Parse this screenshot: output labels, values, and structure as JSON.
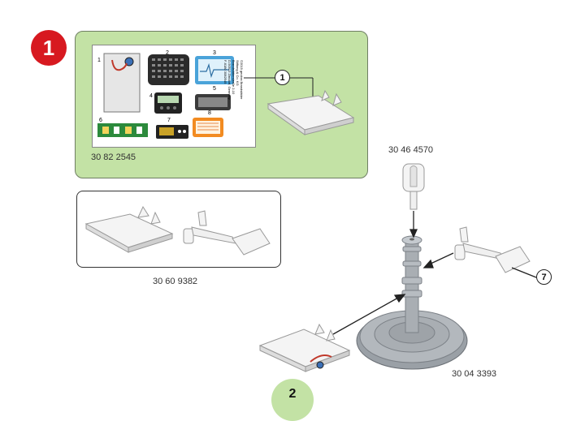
{
  "step": {
    "number": "1"
  },
  "sticker_sheet": {
    "sticker_numbers": [
      "1",
      "2",
      "3",
      "4",
      "5",
      "6",
      "7",
      "8"
    ],
    "code": "30 82 2545",
    "fine_print": [
      "©2019 geobra Brandstätter",
      "Stiftung & Co. KG",
      "Brandstätterstraße 2-10",
      "D-90513 Zirndorf, Germany",
      "F-6180 3082545"
    ]
  },
  "callouts": {
    "sheet": "1",
    "arm": "7"
  },
  "codes": {
    "panel": "30 60 9382",
    "top": "30 46 4570",
    "base": "30 04 3393"
  },
  "page": {
    "number": "2"
  },
  "colors": {
    "badge": "#d71920",
    "panel_green": "#c3e2a5"
  }
}
